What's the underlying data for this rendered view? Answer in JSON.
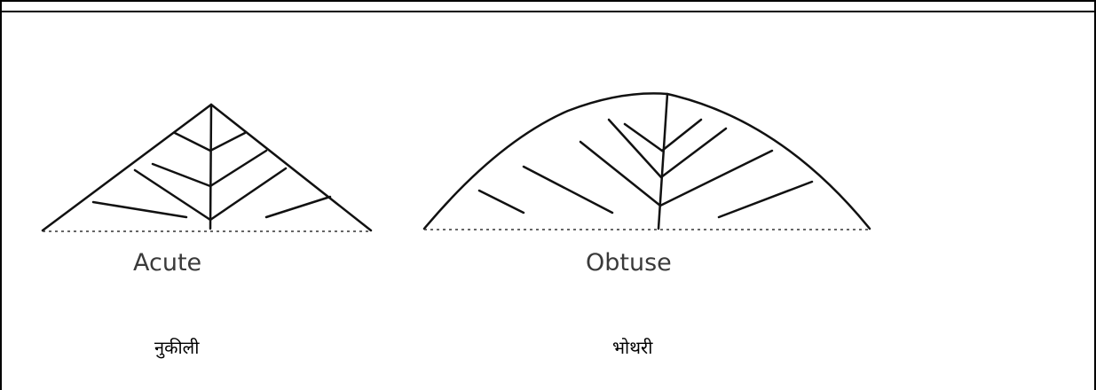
{
  "figure": {
    "left_shape_label": "Acute",
    "right_shape_label": "Obtuse"
  },
  "captions": {
    "left": "नुकीली",
    "right": "भोथरी"
  }
}
